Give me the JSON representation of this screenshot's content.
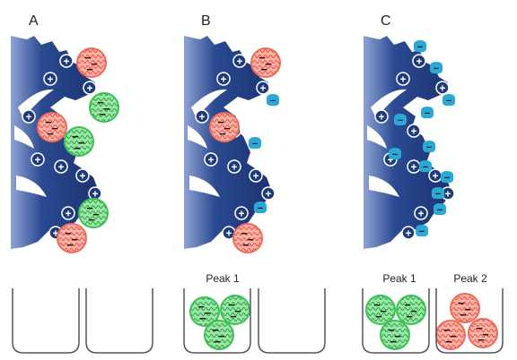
{
  "panels": [
    {
      "id": "A",
      "label": "A"
    },
    {
      "id": "B",
      "label": "B"
    },
    {
      "id": "C",
      "label": "C"
    }
  ],
  "peak_labels": {
    "b_tube1": "Peak 1",
    "c_tube1": "Peak 1",
    "c_tube2": "Peak 2"
  },
  "colors": {
    "resin": "#1e3a7a",
    "resin_light": "#6f86c0",
    "red_protein": "#ef6b5a",
    "green_protein": "#3fbf57",
    "counter_ion": "#2aa9d6",
    "tube_stroke": "#555555"
  },
  "symbols": {
    "positive": "+",
    "negative": "−"
  }
}
